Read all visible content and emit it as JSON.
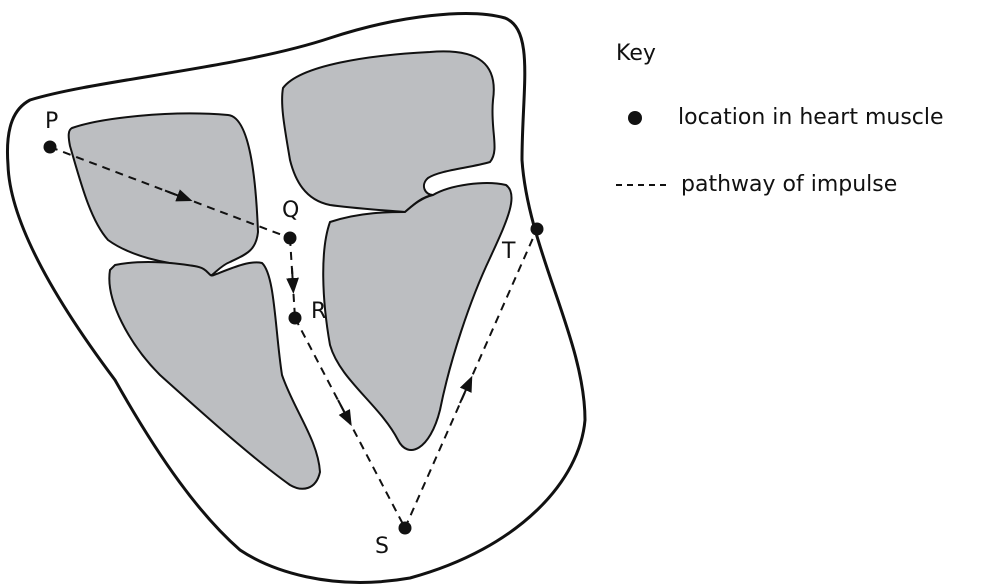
{
  "diagram": {
    "points": {
      "P": "P",
      "Q": "Q",
      "R": "R",
      "S": "S",
      "T": "T"
    }
  },
  "key": {
    "title": "Key",
    "items": [
      {
        "symbol": "dot",
        "label": "location in heart muscle"
      },
      {
        "symbol": "dashed-line",
        "label": "pathway of impulse"
      }
    ]
  },
  "colors": {
    "chamber_fill": "#bcbec1",
    "outline": "#111111",
    "background": "#ffffff"
  }
}
